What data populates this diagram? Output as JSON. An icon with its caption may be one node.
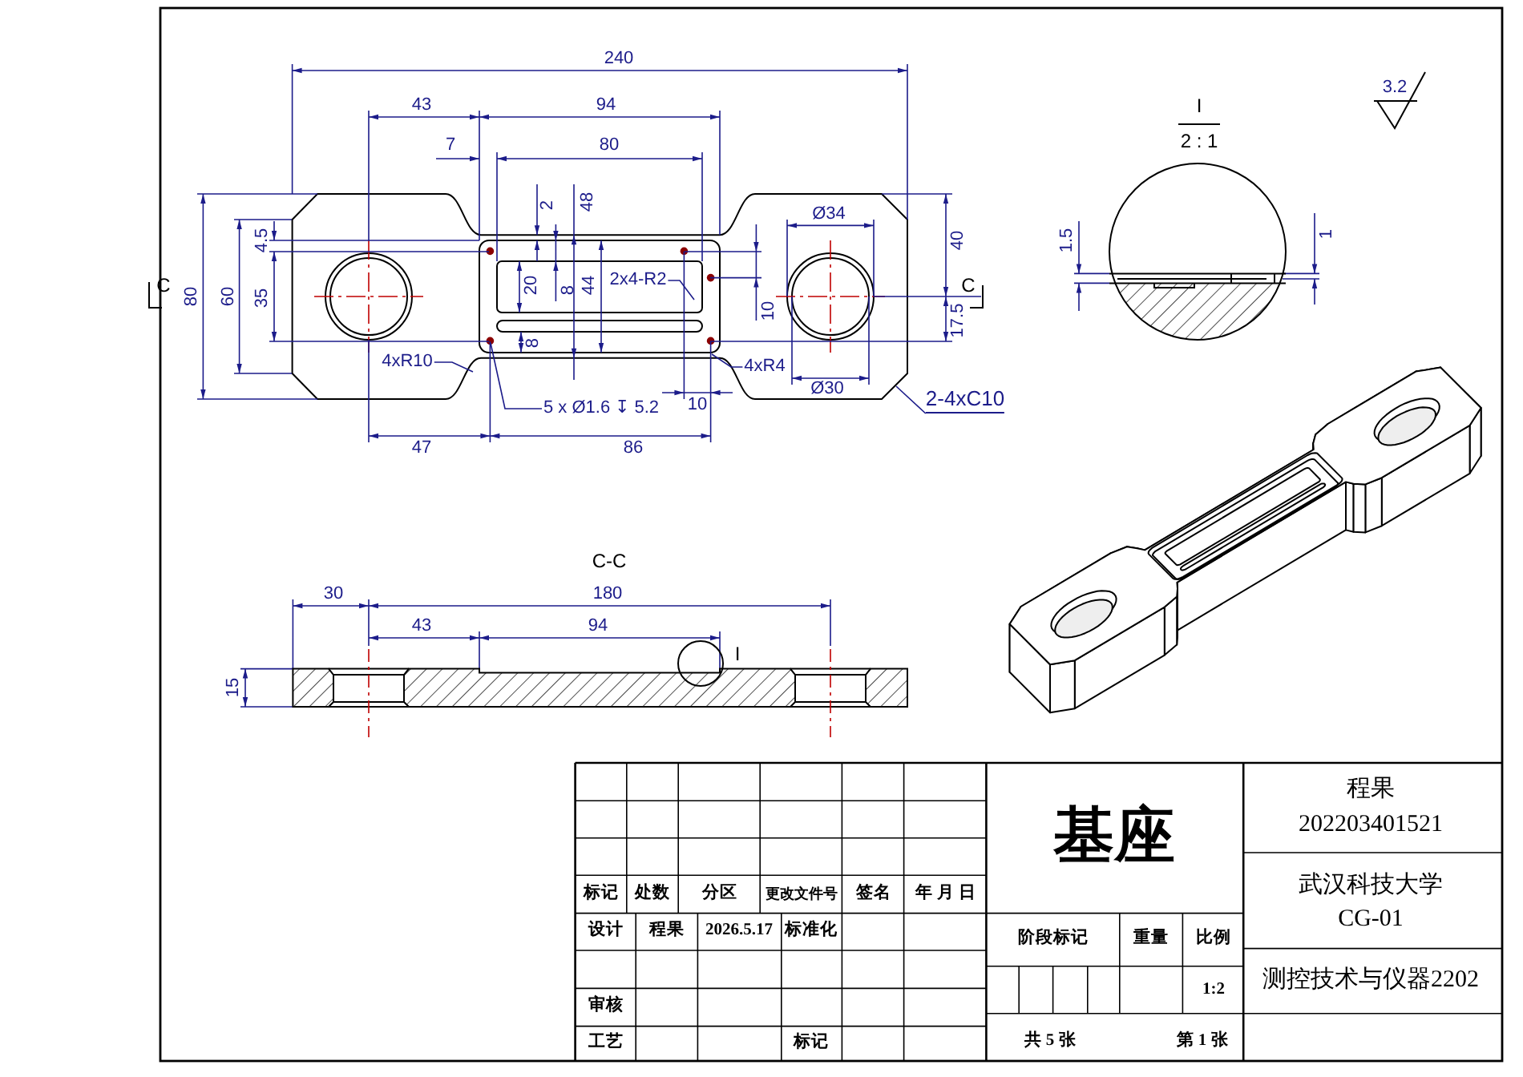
{
  "diagram": {
    "nodes": [
      {
        "text": [
          "4xR10"
        ]
      },
      {
        "text": [
          "2x4-R2"
        ]
      },
      {
        "text": [
          "4xR4"
        ]
      },
      {
        "text": [
          "5 x Ø1.6 ↧ 5.2"
        ]
      },
      {
        "text": [
          "2-4xC10"
        ]
      }
    ],
    "edges": [
      {
        "from": 0,
        "to": null,
        "arrow": "none"
      },
      {
        "from": 1,
        "to": null,
        "arrow": "none"
      },
      {
        "from": 2,
        "to": null,
        "arrow": "none"
      },
      {
        "from": 3,
        "to": null,
        "arrow": "none"
      },
      {
        "from": 4,
        "to": null,
        "arrow": "none"
      }
    ],
    "labels": [
      "240",
      "3.2",
      "43",
      "94",
      "I",
      "7",
      "80",
      "2 : 1",
      "2",
      "48",
      "Ø34",
      "4.5",
      "40",
      "1.5",
      "1",
      "C",
      "80",
      "60",
      "35",
      "20",
      "8",
      "44",
      "C",
      "10",
      "17.5",
      "8",
      "Ø30",
      "10",
      "47",
      "86",
      "C-C",
      "30",
      "180",
      "43",
      "94",
      "I",
      "15",
      "基座",
      "程果",
      "202203401521",
      "标记",
      "处数",
      "分区",
      "更改文件号",
      "签名",
      "年 月 日",
      "武汉科技大学",
      "CG-01",
      "设计",
      "程果",
      "2026.5.17",
      "标准化",
      "阶段标记",
      "重量",
      "比例",
      "测控技术与仪器2202",
      "1:2",
      "审核",
      "工艺",
      "标记",
      "共 5 张",
      "第 1 张"
    ]
  }
}
